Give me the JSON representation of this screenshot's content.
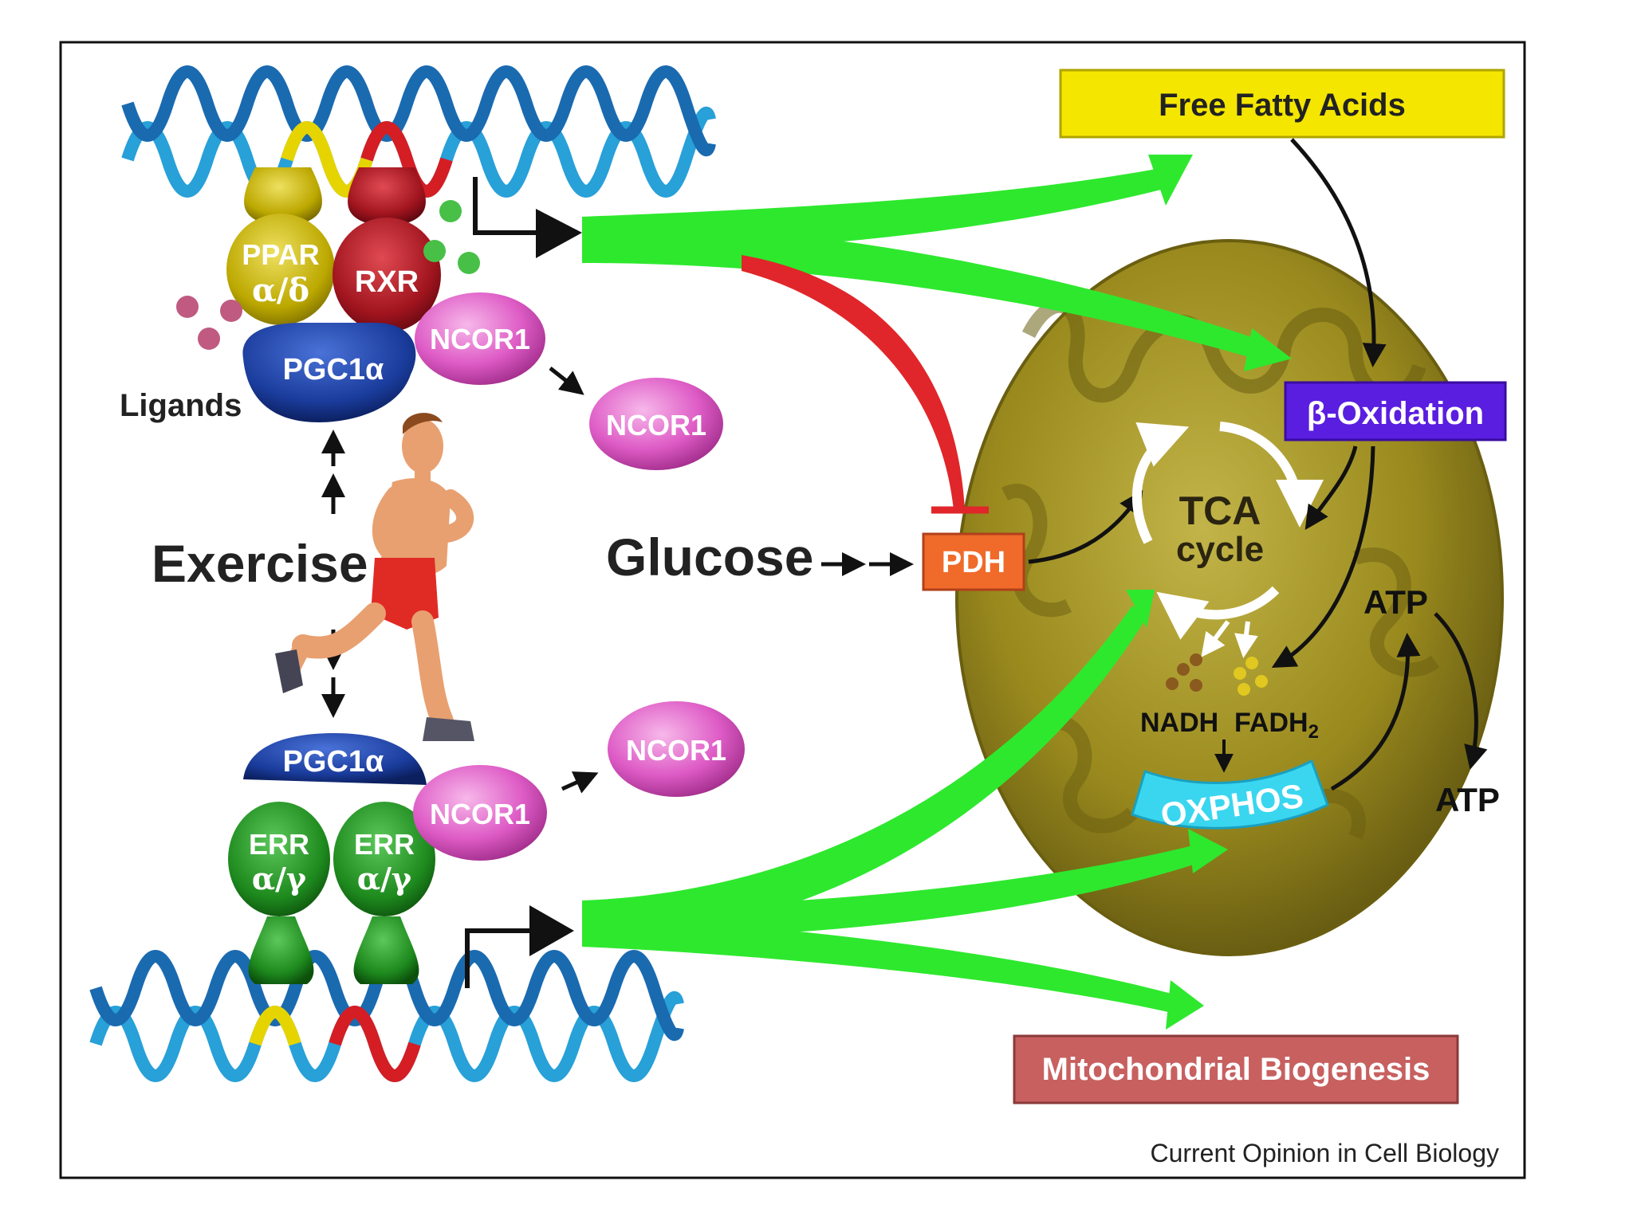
{
  "diagram": {
    "free_fatty_acids": "Free Fatty Acids",
    "beta_oxidation": "β-Oxidation",
    "tca_line1": "TCA",
    "tca_line2": "cycle",
    "atp_inside": "ATP",
    "atp_outside": "ATP",
    "nadh": "NADH",
    "fadh": "FADH",
    "fadh_sub": "2",
    "oxphos": "OXPHOS",
    "pdh": "PDH",
    "glucose": "Glucose",
    "exercise": "Exercise",
    "ligands": "Ligands",
    "ppar_line1": "PPAR",
    "ppar_line2": "α/δ",
    "rxr": "RXR",
    "pgc1a_top": "PGC1α",
    "pgc1a_bottom": "PGC1α",
    "ncor1_top_bound": "NCOR1",
    "ncor1_top_free": "NCOR1",
    "ncor1_bottom_free": "NCOR1",
    "ncor1_bottom_bound": "NCOR1",
    "err1_line1": "ERR",
    "err1_line2": "α/γ",
    "err2_line1": "ERR",
    "err2_line2": "α/γ",
    "mito_biogenesis": "Mitochondrial Biogenesis",
    "source": "Current Opinion in Cell Biology"
  },
  "colors": {
    "green_arrow": "#2ee82e",
    "red_inhibit": "#e0262a",
    "ffa_box": "#f5e600",
    "beta_box": "#5a1ee0",
    "pdh_box": "#f06a2a",
    "biogenesis_box": "#c86060",
    "ppar": "#c8b400",
    "rxr": "#a0141e",
    "pgc1a": "#1a3c9c",
    "ncor1": "#e06ac8",
    "err": "#1e8a1e",
    "oxphos": "#3ad6f0",
    "mito": "#9a8a1e"
  }
}
